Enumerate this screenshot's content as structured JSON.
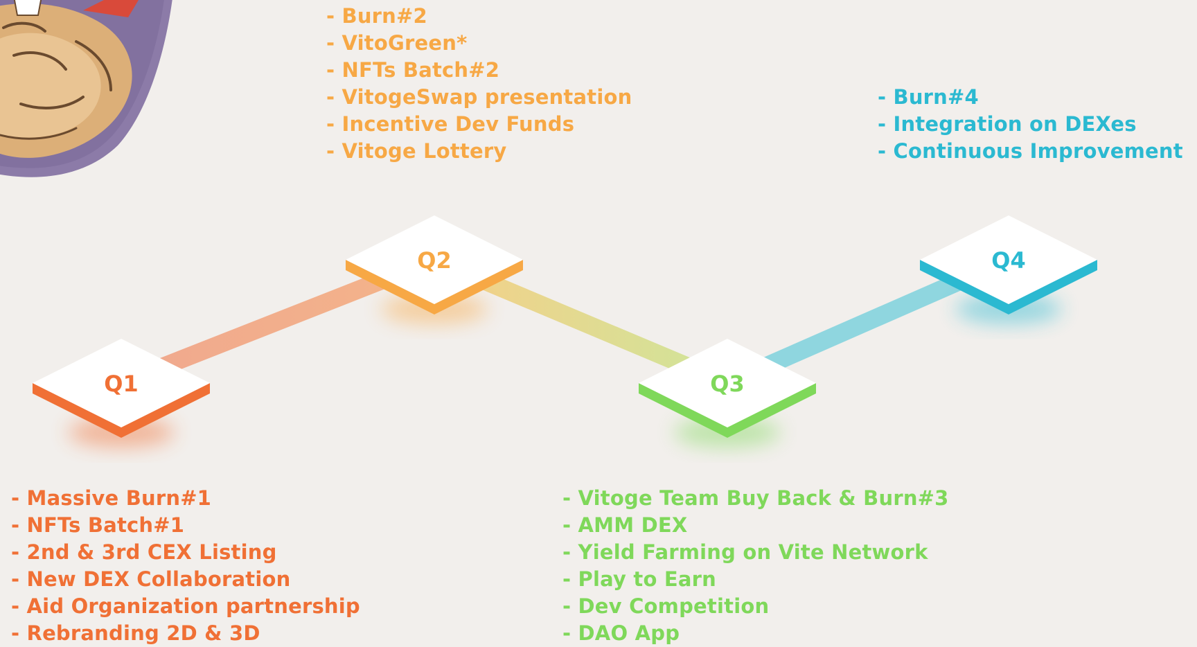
{
  "colors": {
    "background": "#f2efec",
    "q1": "#f07035",
    "q2": "#f7a845",
    "q3": "#7fd85a",
    "q4": "#2bb9d1"
  },
  "mascot": {
    "icon": "muscular-arm-mascot-illustration"
  },
  "quarters": [
    {
      "label": "Q1",
      "items": [
        "- Massive Burn#1",
        "- NFTs Batch#1",
        "- 2nd & 3rd CEX Listing",
        "- New DEX Collaboration",
        "- Aid Organization partnership",
        "- Rebranding 2D & 3D"
      ]
    },
    {
      "label": "Q2",
      "items": [
        "- Burn#2",
        "- VitoGreen*",
        "- NFTs Batch#2",
        "- VitogeSwap presentation",
        "- Incentive Dev Funds",
        "- Vitoge Lottery"
      ]
    },
    {
      "label": "Q3",
      "items": [
        "- Vitoge Team Buy Back & Burn#3",
        "- AMM DEX",
        "- Yield Farming on Vite Network",
        "- Play to Earn",
        "- Dev Competition",
        "- DAO App"
      ]
    },
    {
      "label": "Q4",
      "items": [
        "- Burn#4",
        "- Integration on DEXes",
        "- Continuous Improvement"
      ]
    }
  ]
}
